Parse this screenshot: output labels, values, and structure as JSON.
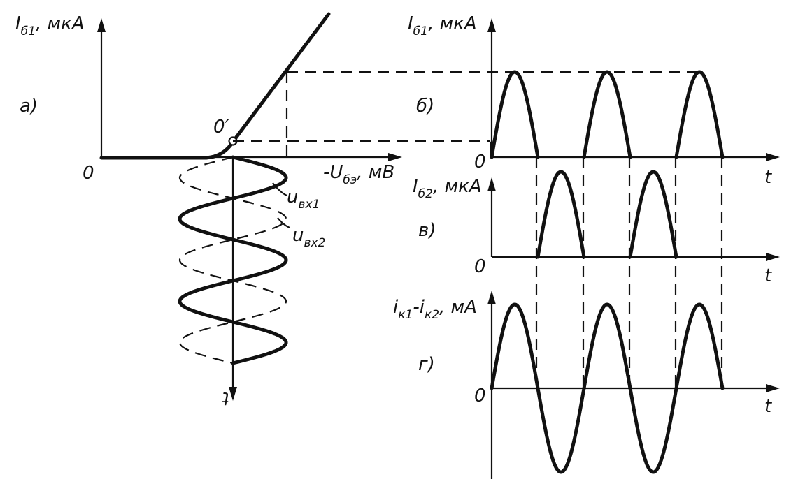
{
  "panel_a": {
    "tag": "a)",
    "y_axis": {
      "main": "I",
      "sub": "б1",
      "unit": ", мкА"
    },
    "x_axis": {
      "main": "-U",
      "sub": "бэ",
      "unit": ", мВ"
    },
    "origin": "0",
    "qpoint": "0′",
    "time_axis": "t",
    "signal1": {
      "main": "u",
      "sub": "вх1"
    },
    "signal2": {
      "main": "u",
      "sub": "вх2"
    }
  },
  "panel_b": {
    "tag": "б)",
    "y_axis": {
      "main": "I",
      "sub": "б1",
      "unit": ", мкА"
    },
    "origin": "0",
    "x_axis": "t"
  },
  "panel_v": {
    "tag": "в)",
    "y_axis": {
      "main": "I",
      "sub": "б2",
      "unit": ", мкА"
    },
    "origin": "0",
    "x_axis": "t"
  },
  "panel_g": {
    "tag": "г)",
    "y_axis": {
      "main": "i",
      "sub1": "к1",
      "mid": "-i",
      "sub2": "к2",
      "unit": ", мА"
    },
    "origin": "0",
    "x_axis": "t"
  }
}
